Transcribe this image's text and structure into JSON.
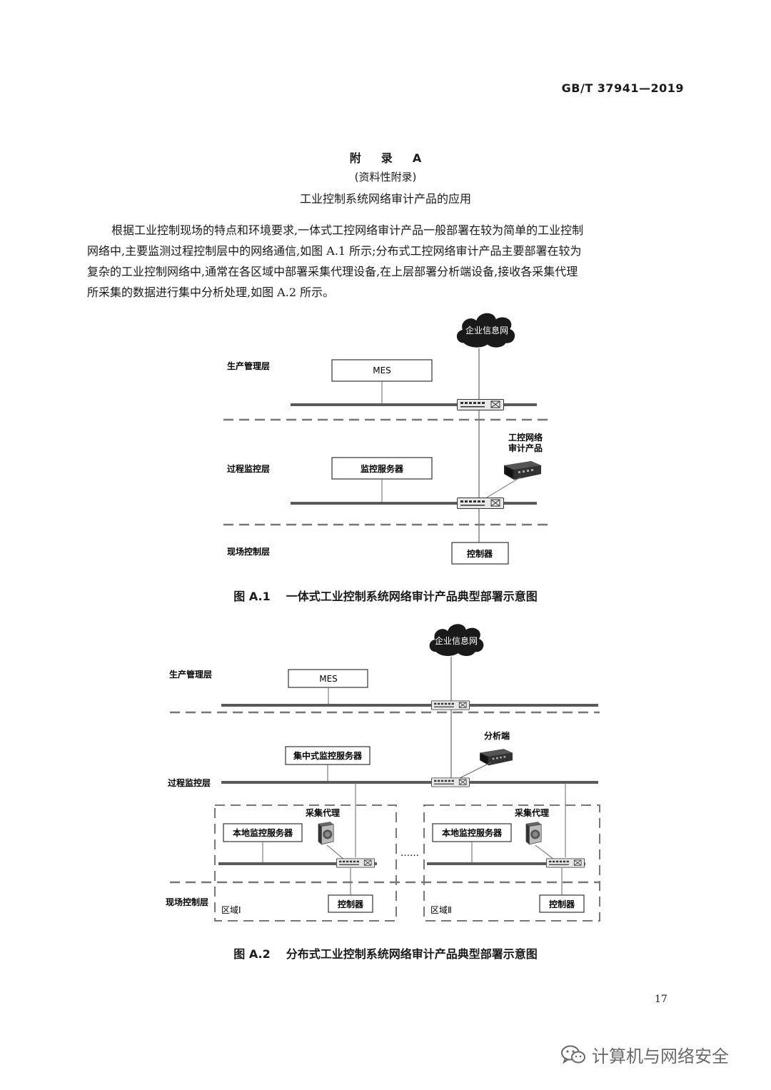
{
  "header": {
    "standard_number": "GB/T 37941—2019"
  },
  "appendix": {
    "label_parts": [
      "附",
      "录",
      "A"
    ],
    "type": "(资料性附录)",
    "title": "工业控制系统网络审计产品的应用"
  },
  "body": {
    "lines": [
      "根据工业控制现场的特点和环境要求,一体式工控网络审计产品一般部署在较为简单的工业控制",
      "网络中,主要监测过程控制层中的网络通信,如图 A.1 所示;分布式工控网络审计产品主要部署在较为",
      "复杂的工业控制网络中,通常在各区域中部署采集代理设备,在上层部署分析端设备,接收各采集代理",
      "所采集的数据进行集中分析处理,如图 A.2 所示。"
    ]
  },
  "figure1": {
    "caption_number": "图 A.1",
    "caption_text": "一体式工业控制系统网络审计产品典型部署示意图",
    "cloud_label": "企业信息网",
    "layers": [
      "生产管理层",
      "过程监控层",
      "现场控制层"
    ],
    "mes": "MES",
    "monitor_server": "监控服务器",
    "audit_product": [
      "工控网络",
      "审计产品"
    ],
    "controller": "控制器"
  },
  "figure2": {
    "caption_number": "图 A.2",
    "caption_text": "分布式工业控制系统网络审计产品典型部署示意图",
    "cloud_label": "企业信息网",
    "layers": [
      "生产管理层",
      "过程监控层",
      "现场控制层"
    ],
    "mes": "MES",
    "central_server": "集中式监控服务器",
    "analysis": "分析端",
    "collector": "采集代理",
    "local_server": "本地监控服务器",
    "controller": "控制器",
    "zone1": "区域Ⅰ",
    "zone2": "区域Ⅱ",
    "ellipsis": "……"
  },
  "page_number": "17",
  "watermark": {
    "text": "计算机与网络安全",
    "icon": "wechat-icon"
  }
}
